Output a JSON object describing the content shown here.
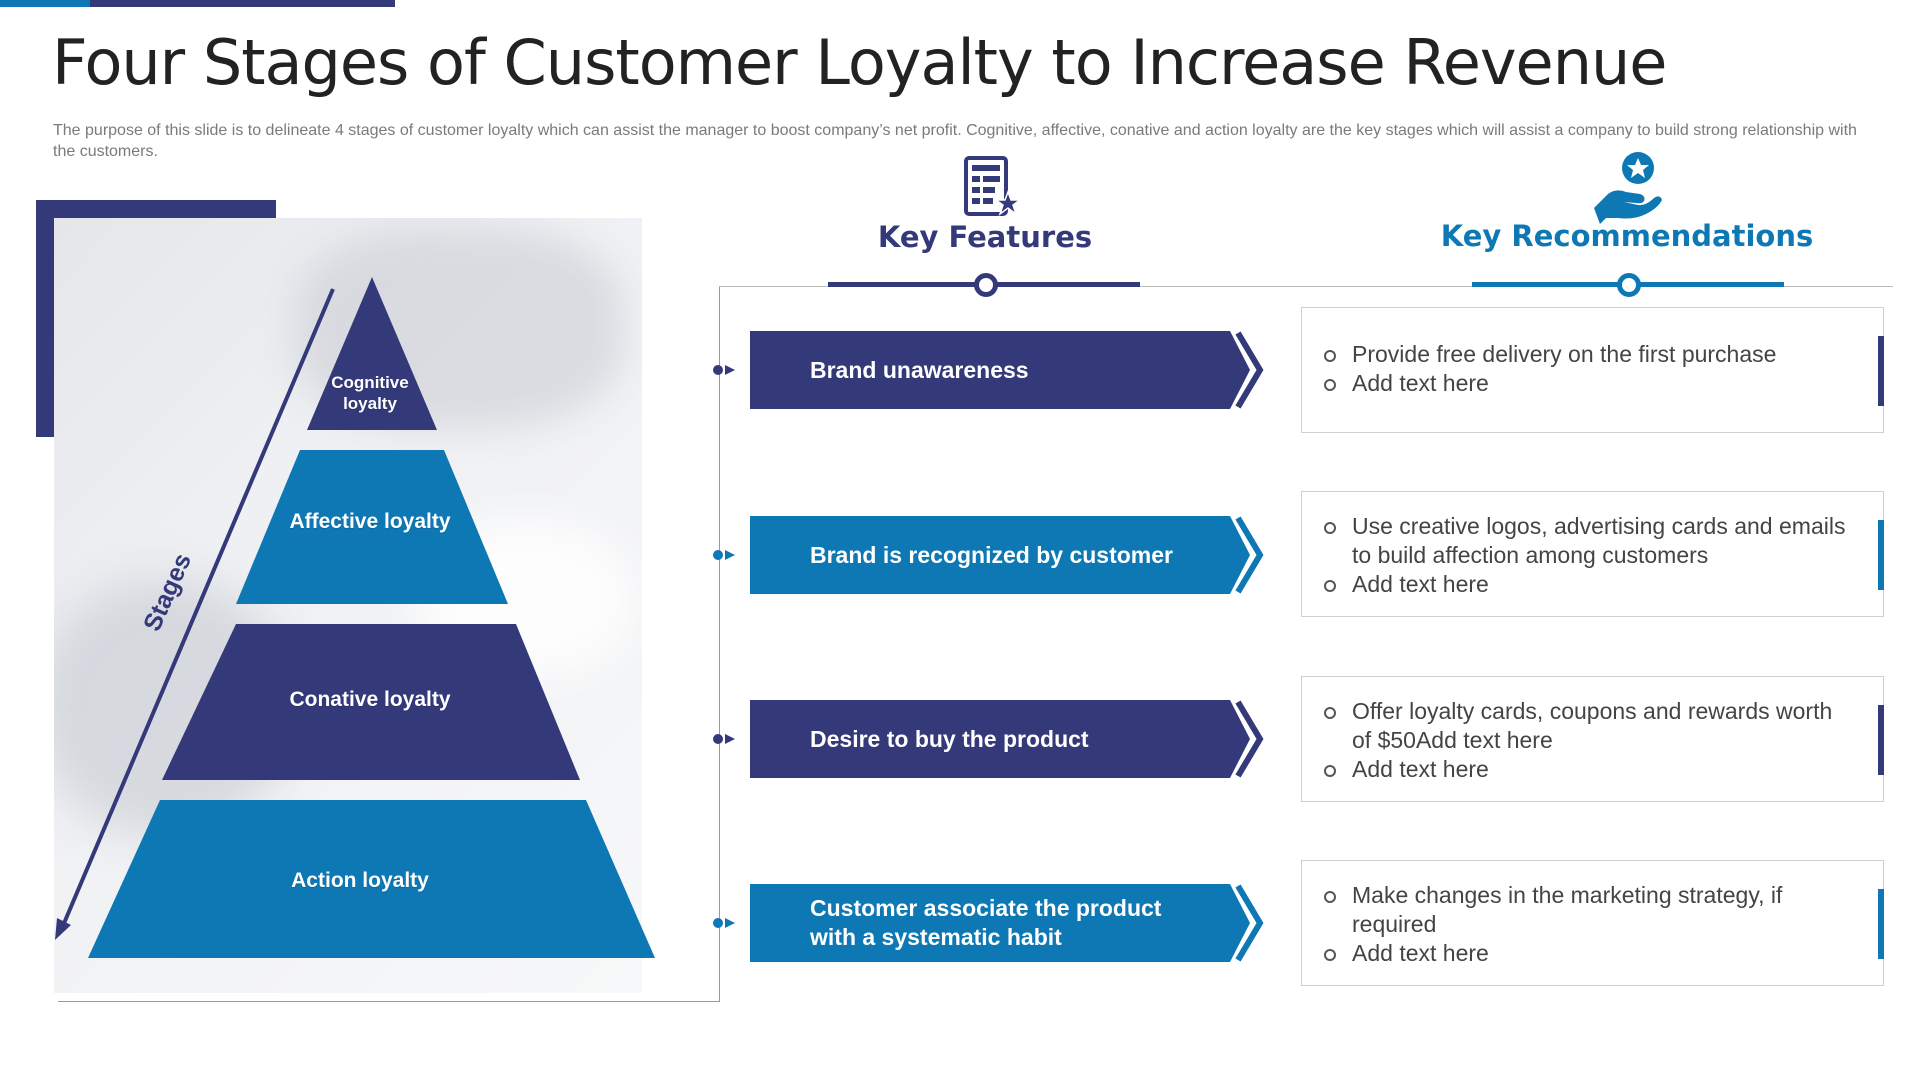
{
  "slide": {
    "title": "Four Stages of Customer Loyalty to Increase Revenue",
    "subtitle": "The purpose of this slide is to delineate 4 stages of customer loyalty which can assist the manager to boost company’s net profit. Cognitive, affective, conative and action loyalty are the key stages which will assist a company to build strong relationship with the customers."
  },
  "pyramid": {
    "axis_label": "Stages",
    "levels": [
      {
        "label": "Cognitive loyalty"
      },
      {
        "label": "Affective loyalty"
      },
      {
        "label": "Conative loyalty"
      },
      {
        "label": "Action loyalty"
      }
    ]
  },
  "headers": {
    "features": "Key Features",
    "recommendations": "Key Recommendations",
    "features_icon": "document-star-icon",
    "recommendations_icon": "hand-star-icon"
  },
  "features": [
    {
      "text": "Brand unawareness"
    },
    {
      "text": "Brand is recognized by customer"
    },
    {
      "text": "Desire to buy the product"
    },
    {
      "text": "Customer associate the product with a systematic habit"
    }
  ],
  "recommendations": [
    {
      "items": [
        "Provide free delivery on the first purchase",
        "Add text here"
      ]
    },
    {
      "items": [
        "Use creative logos, advertising cards and emails to build affection among customers",
        "Add text here"
      ]
    },
    {
      "items": [
        "Offer loyalty cards, coupons and rewards worth of $50Add text here",
        "Add text here"
      ]
    },
    {
      "items": [
        "Make changes in the marketing strategy, if required",
        "Add text here"
      ]
    }
  ],
  "colors": {
    "navy": "#34397a",
    "blue": "#0e78b5",
    "text_gray": "#7a7a7a"
  }
}
